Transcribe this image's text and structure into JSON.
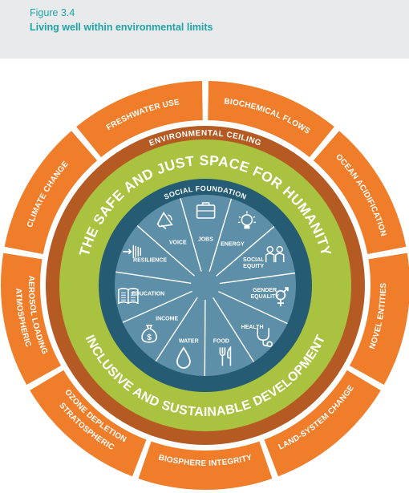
{
  "figure": {
    "label": "Figure 3.4",
    "title": "Living well within environmental limits"
  },
  "colors": {
    "outer_orange": "#ef7d2a",
    "brown_ring": "#b65a23",
    "green_ring": "#a9c23f",
    "dark_blue": "#255b73",
    "inner_blue": "#5d8fa8",
    "white": "#ffffff",
    "header_bg": "#e9eaec",
    "teal_text": "#1ea4a6"
  },
  "rings": {
    "environmental_ceiling": "ENVIRONMENTAL CEILING",
    "safe_just_space": "THE SAFE AND JUST SPACE FOR HUMANITY",
    "inclusive_development": "INCLUSIVE AND SUSTAINABLE DEVELOPMENT",
    "social_foundation": "SOCIAL FOUNDATION"
  },
  "planetary_boundaries": [
    {
      "lines": [
        "FRESHWATER USE"
      ],
      "icon": ""
    },
    {
      "lines": [
        "BIOCHEMICAL FLOWS"
      ],
      "icon": ""
    },
    {
      "lines": [
        "OCEAN ACIDIFICATION"
      ],
      "icon": ""
    },
    {
      "lines": [
        "NOVEL ENTITIES"
      ],
      "icon": ""
    },
    {
      "lines": [
        "LAND-SYSTEM CHANGE"
      ],
      "icon": ""
    },
    {
      "lines": [
        "BIOSPHERE INTEGRITY"
      ],
      "icon": ""
    },
    {
      "lines": [
        "STRATOSPHERIC",
        "OZONE DEPLETION"
      ],
      "icon": ""
    },
    {
      "lines": [
        "ATMOSPHERIC",
        "AEROSOL LOADING"
      ],
      "icon": ""
    },
    {
      "lines": [
        "CLIMATE CHANGE"
      ],
      "icon": ""
    }
  ],
  "social_sectors": [
    {
      "lines": [
        "JOBS"
      ],
      "icon": "briefcase-icon"
    },
    {
      "lines": [
        "ENERGY"
      ],
      "icon": "lightbulb-icon"
    },
    {
      "lines": [
        "SOCIAL",
        "EQUITY"
      ],
      "icon": "people-icon"
    },
    {
      "lines": [
        "GENDER",
        "EQUALITY"
      ],
      "icon": "gender-icon"
    },
    {
      "lines": [
        "HEALTH"
      ],
      "icon": "stethoscope-icon"
    },
    {
      "lines": [
        "FOOD"
      ],
      "icon": "fork-knife-icon"
    },
    {
      "lines": [
        "WATER"
      ],
      "icon": "water-drop-icon"
    },
    {
      "lines": [
        "INCOME"
      ],
      "icon": "money-bag-icon"
    },
    {
      "lines": [
        "EDUCATION"
      ],
      "icon": "book-icon"
    },
    {
      "lines": [
        "RESILIENCE"
      ],
      "icon": "resilience-icon"
    },
    {
      "lines": [
        "VOICE"
      ],
      "icon": "megaphone-icon"
    }
  ]
}
